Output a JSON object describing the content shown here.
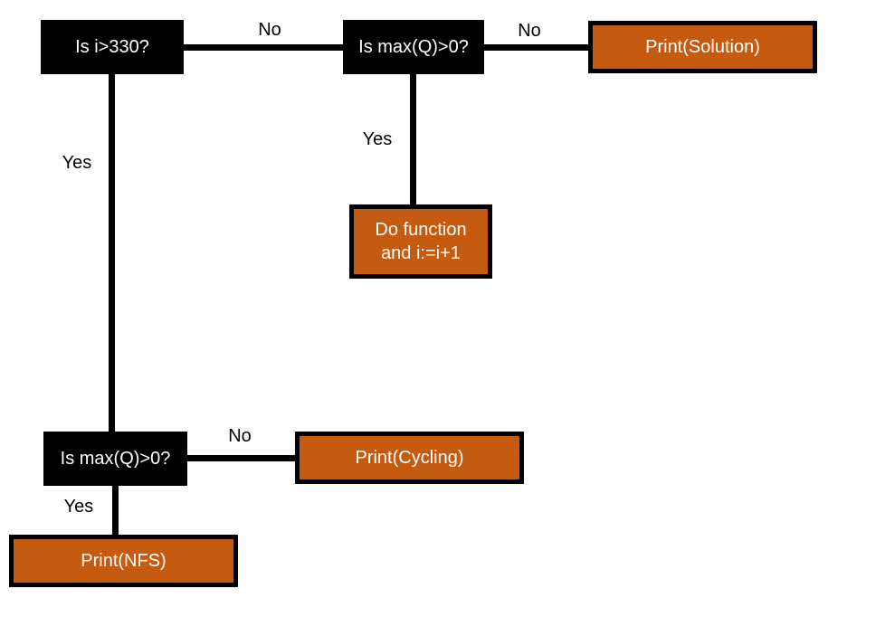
{
  "colors": {
    "decision_fill": "#000000",
    "action_fill": "#c55a11",
    "text_on_box": "#ffffff",
    "connector": "#000000"
  },
  "nodes": {
    "decision_i_gt_330": "Is i>330?",
    "decision_maxq_top": "Is max(Q)>0?",
    "action_print_solution": "Print(Solution)",
    "action_do_function": "Do function\nand i:=i+1",
    "decision_maxq_bottom": "Is max(Q)>0?",
    "action_print_cycling": "Print(Cycling)",
    "action_print_nfs": "Print(NFS)"
  },
  "edge_labels": {
    "i_gt_330_no": "No",
    "maxq_top_no": "No",
    "maxq_top_yes": "Yes",
    "i_gt_330_yes": "Yes",
    "maxq_bottom_no": "No",
    "maxq_bottom_yes": "Yes"
  }
}
